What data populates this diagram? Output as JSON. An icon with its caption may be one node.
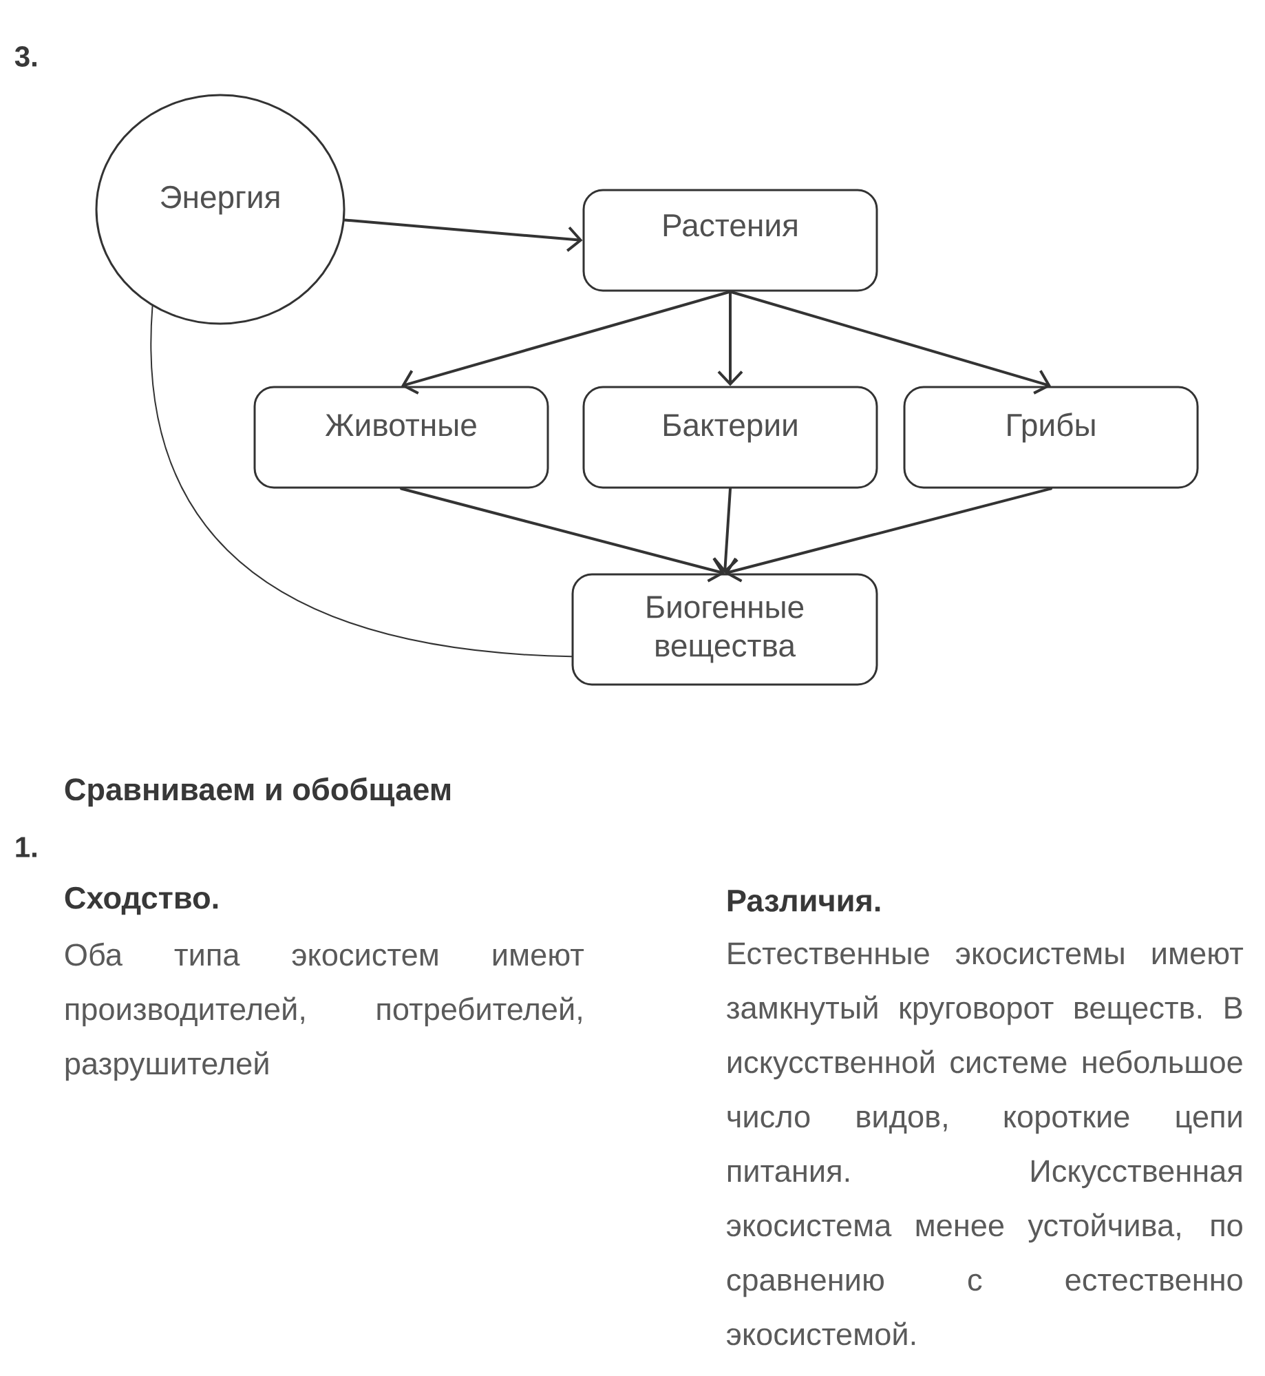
{
  "diagram": {
    "nodes": [
      {
        "text": [
          "Энергия"
        ]
      },
      {
        "text": [
          "Растения"
        ]
      },
      {
        "text": [
          "Животные"
        ]
      },
      {
        "text": [
          "Бактерии"
        ]
      },
      {
        "text": [
          "Грибы"
        ]
      },
      {
        "text": [
          "Биогенные вещества"
        ]
      }
    ],
    "edges": [
      {
        "from": 0,
        "to": 1,
        "arrow": "to"
      },
      {
        "from": 1,
        "to": 2,
        "arrow": "to"
      },
      {
        "from": 1,
        "to": 3,
        "arrow": "to"
      },
      {
        "from": 1,
        "to": 4,
        "arrow": "to"
      },
      {
        "from": 2,
        "to": 5,
        "arrow": "to"
      },
      {
        "from": 3,
        "to": 5,
        "arrow": "to"
      },
      {
        "from": 4,
        "to": 5,
        "arrow": "to"
      },
      {
        "from": 5,
        "to": 0,
        "arrow": "none"
      }
    ],
    "labels": [
      "3.",
      "Сравниваем и обобщаем",
      "1.",
      "Сходство.",
      "Оба типа экосистем имеют производителей, потребителей, разрушителей",
      "Различия.",
      "Естественные экосистемы имеют замкнутый круговорот веществ. В искусственной системе небольшое число видов, короткие цепи питания. Искусственная экосистема менее устойчива, по сравнению с естественно экосистемой."
    ]
  }
}
